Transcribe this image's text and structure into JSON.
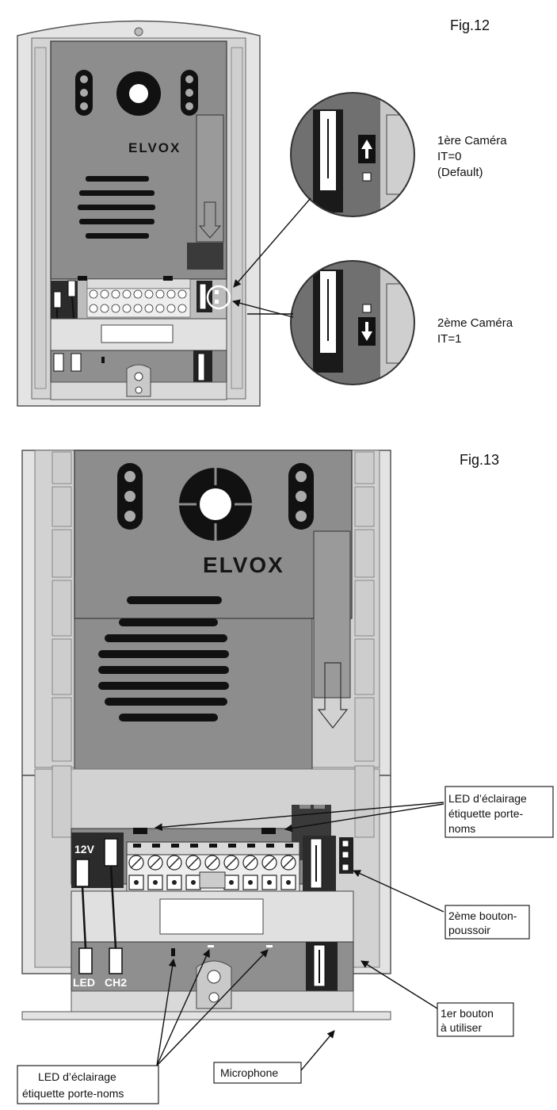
{
  "fig12": {
    "title": "Fig.12",
    "brand": "ELVOX",
    "callout1": {
      "line1": "1ère Caméra",
      "line2": "IT=0",
      "line3": "(Default)"
    },
    "callout2": {
      "line1": "2ème Caméra",
      "line2": "IT=1"
    }
  },
  "fig13": {
    "title": "Fig.13",
    "brand": "ELVOX",
    "label_12v": "12V",
    "label_led": "LED",
    "label_ch2": "CH2",
    "led_top": {
      "line1": "LED d’éclairage",
      "line2": "étiquette porte-",
      "line3": "noms"
    },
    "button2": {
      "line1": "2ème bouton-",
      "line2": "poussoir"
    },
    "button1": {
      "line1": "1er bouton",
      "line2": "à utiliser"
    },
    "microphone": "Microphone",
    "led_bottom": {
      "line1": "LED d’éclairage",
      "line2": "étiquette porte-noms"
    }
  }
}
